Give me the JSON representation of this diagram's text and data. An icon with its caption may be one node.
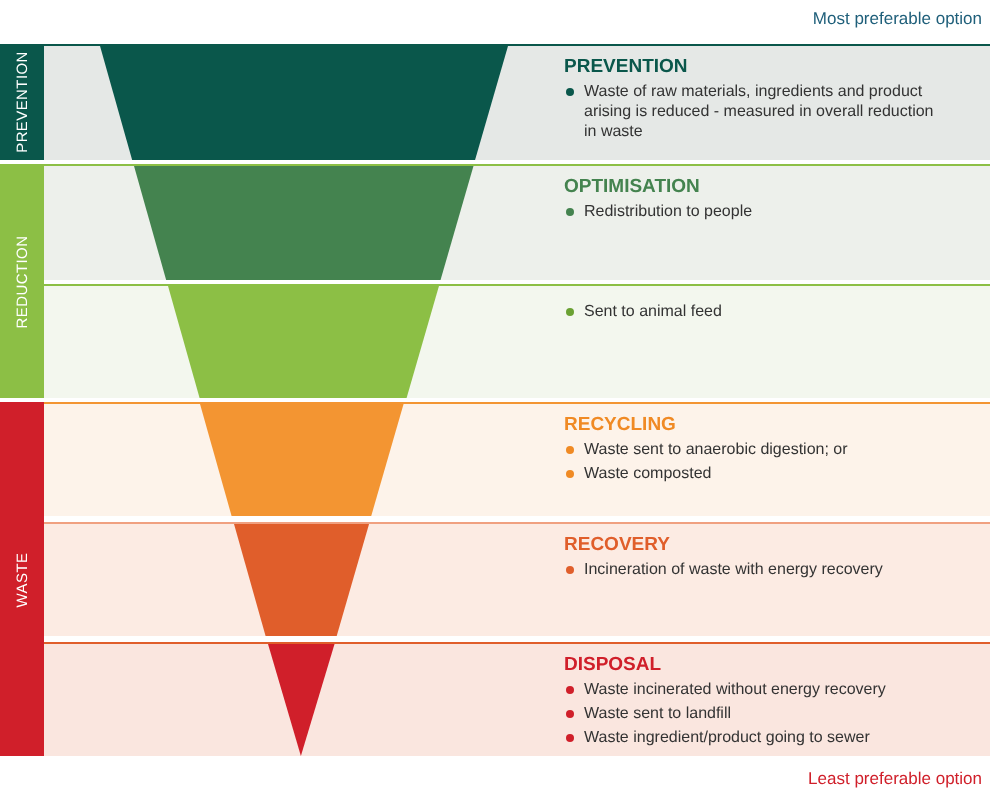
{
  "diagram": {
    "nodes": [
      {
        "text": [
          "PREVENTION"
        ]
      },
      {
        "text": [
          "REDUCTION"
        ]
      },
      {
        "text": [
          "WASTE"
        ]
      },
      {
        "text": [
          "PREVENTION",
          "Waste of raw materials, ingredients and product arising is reduced - measured in overall reduction in waste"
        ]
      },
      {
        "text": [
          "OPTIMISATION",
          "Redistribution to people"
        ]
      },
      {
        "text": [
          "Sent to animal feed"
        ]
      },
      {
        "text": [
          "RECYCLING",
          "Waste sent to anaerobic digestion; or",
          "Waste composted"
        ]
      },
      {
        "text": [
          "RECOVERY",
          "Incineration of waste with energy recovery"
        ]
      },
      {
        "text": [
          "DISPOSAL",
          "Waste incinerated without energy recovery",
          "Waste sent to landfill",
          "Waste ingredient/product going to sewer"
        ]
      },
      {
        "text": [],
        "shape": "trapezoid",
        "in": 3
      },
      {
        "text": [],
        "shape": "trapezoid",
        "in": 4
      },
      {
        "text": [],
        "shape": "trapezoid",
        "in": 5
      },
      {
        "text": [],
        "shape": "trapezoid",
        "in": 6
      },
      {
        "text": [],
        "shape": "trapezoid",
        "in": 7
      },
      {
        "text": [],
        "shape": "triangle",
        "in": 8
      }
    ],
    "labels": [
      "Most preferable option",
      "Least preferable option"
    ]
  }
}
